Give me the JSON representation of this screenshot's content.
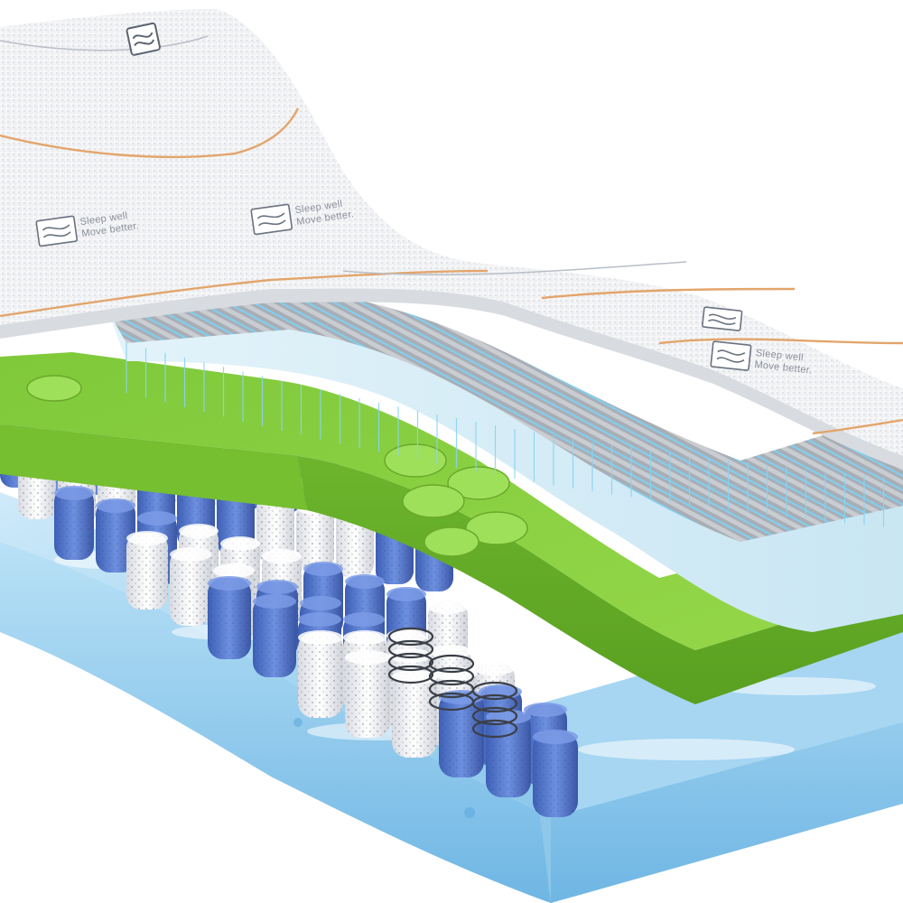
{
  "image": {
    "subject": "mattress cross-section",
    "background_color": "#ffffff"
  },
  "cover": {
    "logo_icon": "wave-box-icon",
    "tagline_line1": "Sleep well",
    "tagline_line2": "Move better.",
    "fabric_color": "#f4f5f7",
    "stripe_color": "#e0a868"
  },
  "layers": [
    {
      "name": "convoluted-foam",
      "color": "#d6ecf6",
      "accent": "#9aa0a8"
    },
    {
      "name": "green-foam",
      "color": "#8ccf3a"
    },
    {
      "name": "pocket-springs",
      "colors": [
        "#4f74c8",
        "#f2f2f2"
      ]
    },
    {
      "name": "gel-foam-base",
      "color": "#9fd3f0"
    }
  ]
}
